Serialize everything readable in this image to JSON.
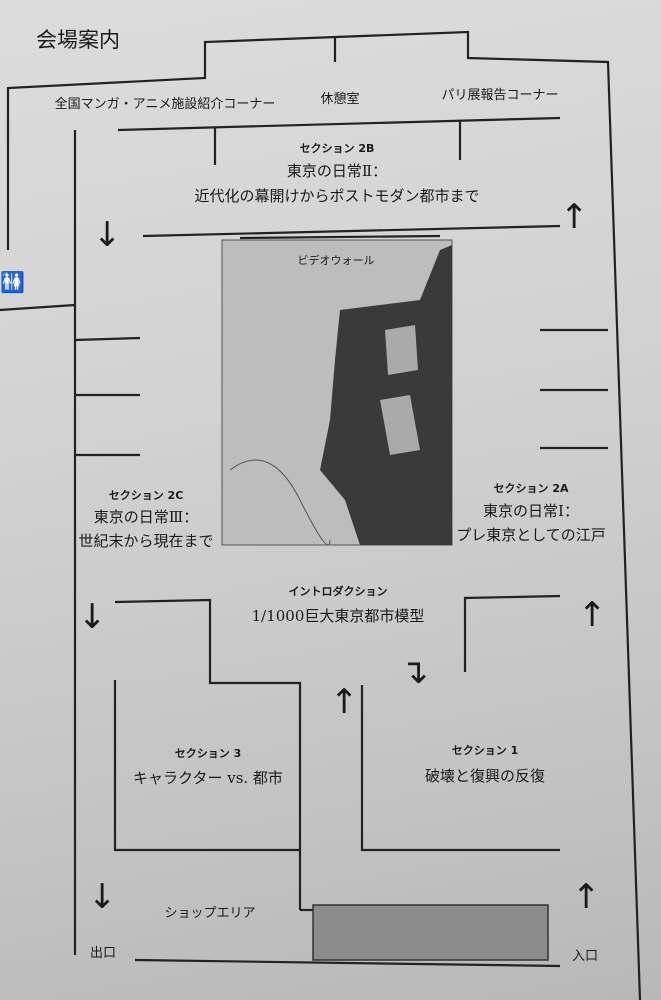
{
  "title": "会場案内",
  "rooms": {
    "manga_corner": "全国マンガ・アニメ施設紹介コーナー",
    "rest_room": "休憩室",
    "paris_corner": "パリ展報告コーナー",
    "video_wall": "ビデオウォール",
    "shop": "ショップエリア",
    "exit": "出口",
    "entrance": "入口"
  },
  "sections": {
    "s2b": {
      "label": "セクション 2B",
      "title1": "東京の日常Ⅱ：",
      "title2": "近代化の幕開けからポストモダン都市まで"
    },
    "s2c": {
      "label": "セクション 2C",
      "title1": "東京の日常Ⅲ：",
      "title2": "世紀末から現在まで"
    },
    "s2a": {
      "label": "セクション 2A",
      "title1": "東京の日常Ⅰ：",
      "title2": "プレ東京としての江戸"
    },
    "intro": {
      "label": "イントロダクション",
      "title1": "1/1000巨大東京都市模型"
    },
    "s3": {
      "label": "セクション 3",
      "title1": "キャラクター vs. 都市"
    },
    "s1": {
      "label": "セクション 1",
      "title1": "破壊と復興の反復"
    }
  },
  "icons": {
    "restroom": "🚻"
  }
}
